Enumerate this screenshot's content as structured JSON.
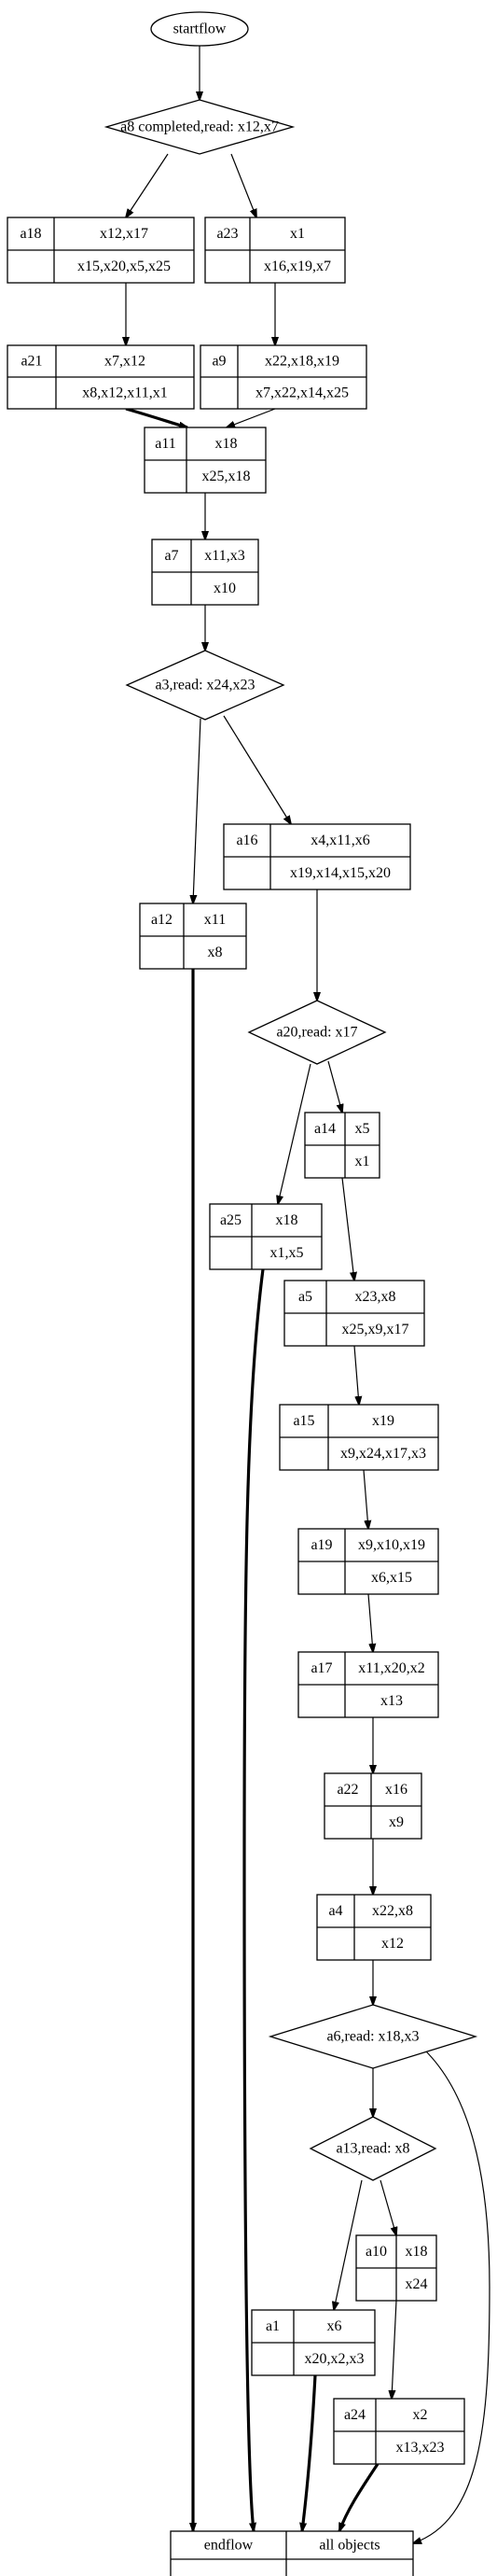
{
  "start": "startflow",
  "decisions": {
    "d1": "a8 completed,read: x12,x7",
    "d2": "a3,read: x24,x23",
    "d3": "a20,read: x17",
    "d4": "a6,read: x18,x3",
    "d5": "a13,read: x8"
  },
  "activities": {
    "a18": {
      "name": "a18",
      "reads": "x12,x17",
      "writes": "x15,x20,x5,x25"
    },
    "a23": {
      "name": "a23",
      "reads": "x1",
      "writes": "x16,x19,x7"
    },
    "a21": {
      "name": "a21",
      "reads": "x7,x12",
      "writes": "x8,x12,x11,x1"
    },
    "a9": {
      "name": "a9",
      "reads": "x22,x18,x19",
      "writes": "x7,x22,x14,x25"
    },
    "a11": {
      "name": "a11",
      "reads": "x18",
      "writes": "x25,x18"
    },
    "a7": {
      "name": "a7",
      "reads": "x11,x3",
      "writes": "x10"
    },
    "a16": {
      "name": "a16",
      "reads": "x4,x11,x6",
      "writes": "x19,x14,x15,x20"
    },
    "a12": {
      "name": "a12",
      "reads": "x11",
      "writes": "x8"
    },
    "a14": {
      "name": "a14",
      "reads": "x5",
      "writes": "x1"
    },
    "a25": {
      "name": "a25",
      "reads": "x18",
      "writes": "x1,x5"
    },
    "a5": {
      "name": "a5",
      "reads": "x23,x8",
      "writes": "x25,x9,x17"
    },
    "a15": {
      "name": "a15",
      "reads": "x19",
      "writes": "x9,x24,x17,x3"
    },
    "a19": {
      "name": "a19",
      "reads": "x9,x10,x19",
      "writes": "x6,x15"
    },
    "a17": {
      "name": "a17",
      "reads": "x11,x20,x2",
      "writes": "x13"
    },
    "a22": {
      "name": "a22",
      "reads": "x16",
      "writes": "x9"
    },
    "a4": {
      "name": "a4",
      "reads": "x22,x8",
      "writes": "x12"
    },
    "a10": {
      "name": "a10",
      "reads": "x18",
      "writes": "x24"
    },
    "a1": {
      "name": "a1",
      "reads": "x6",
      "writes": "x20,x2,x3"
    },
    "a24": {
      "name": "a24",
      "reads": "x2",
      "writes": "x13,x23"
    }
  },
  "end": {
    "name": "endflow",
    "label": "all objects"
  }
}
